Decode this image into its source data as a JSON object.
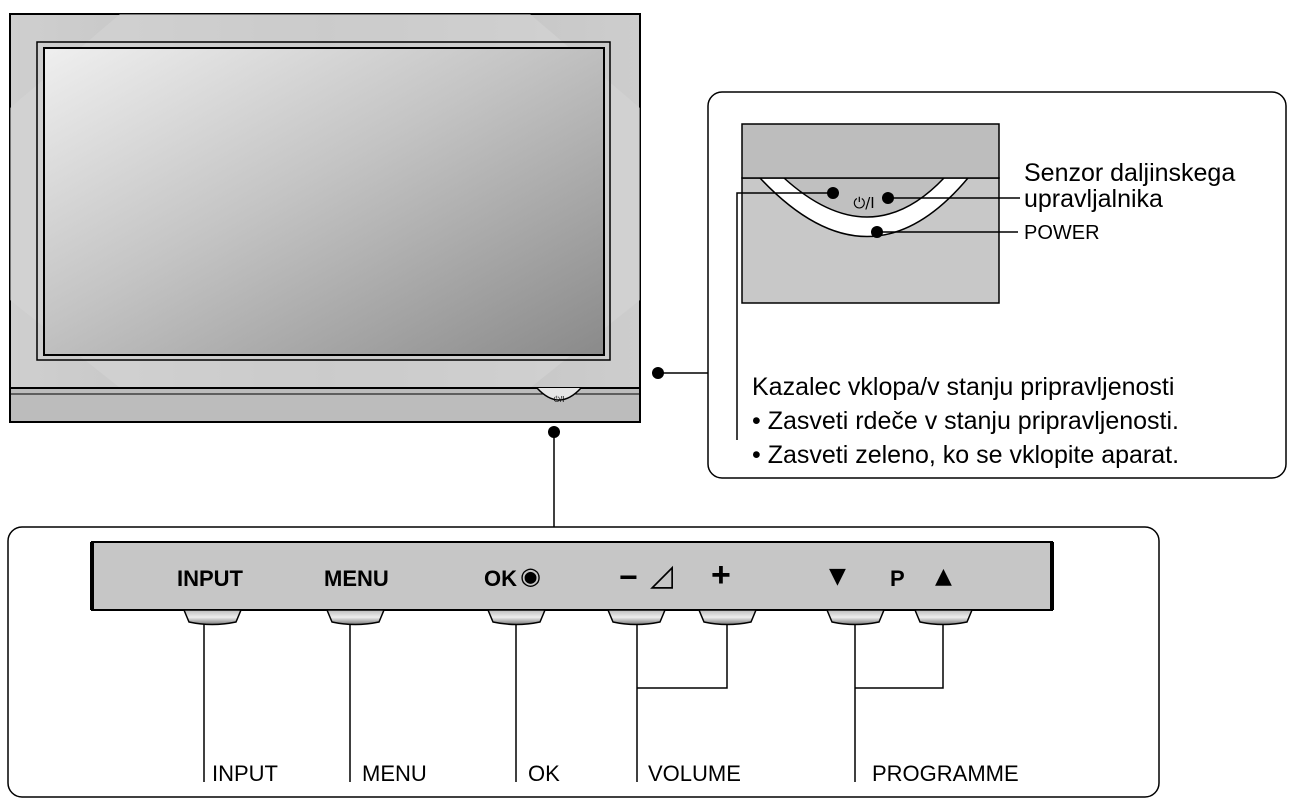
{
  "callout": {
    "sensor_line1": "Senzor daljinskega",
    "sensor_line2": "upravljalnika",
    "power": "POWER",
    "panel_symbol": "⏻/I",
    "indicator_title": "Kazalec vklopa/v stanju pripravljenosti",
    "indicator_bullets": [
      "• Zasveti rdeče v stanju pripravljenosti.",
      "• Zasveti zeleno, ko se vklopite aparat."
    ]
  },
  "tv": {
    "badge": "⏻/I"
  },
  "control_panel": {
    "keys": {
      "input": "INPUT",
      "menu": "MENU",
      "ok": "OK",
      "ok_symbol": "◉",
      "vol_minus": "−",
      "vol_symbol": "◿",
      "vol_plus": "+",
      "prog_down": "▼",
      "prog_p": "P",
      "prog_up": "▲"
    },
    "labels": {
      "input": "INPUT",
      "menu": "MENU",
      "ok": "OK",
      "volume": "VOLUME",
      "programme": "PROGRAMME"
    }
  },
  "colors": {
    "frame": "#c8c8c8",
    "screen_light": "#ececec",
    "screen_dark": "#8c8c8c",
    "outline": "#000000"
  }
}
